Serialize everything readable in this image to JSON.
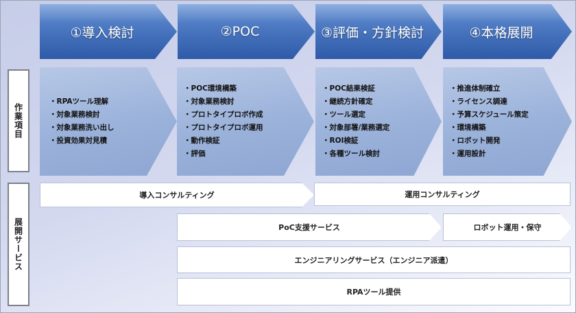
{
  "phases": [
    {
      "title": "①導入検討",
      "items": [
        "・RPAツール理解",
        "・対象業務検討",
        "・対象業務洗い出し",
        "・投資効果対見積"
      ]
    },
    {
      "title": "②POC",
      "items": [
        "・POC環境構築",
        "・対象業務検討",
        "・プロトタイプロボ作成",
        "・プロトタイプロボ運用",
        "・動作検証",
        "・評価"
      ]
    },
    {
      "title": "③評価・方針検討",
      "items": [
        "・POC結果検証",
        "・継続方針確定",
        "・ツール選定",
        "・対象部署/業務選定",
        "・ROI検証",
        "・各種ツール検討"
      ]
    },
    {
      "title": "④本格展開",
      "items": [
        "・推進体制確立",
        "・ライセンス調達",
        "・予算スケジュール策定",
        "・環境構築",
        "・ロボット開発",
        "・運用設計"
      ]
    }
  ],
  "labels": {
    "work": "作業項目",
    "services": "展開サービス"
  },
  "services": {
    "intro_consulting": "導入コンサルティング",
    "ops_consulting": "運用コンサルティング",
    "poc_support": "PoC支援サービス",
    "robot_ops": "ロボット運用・保守",
    "engineering": "エンジニアリングサービス（エンジニア派遣）",
    "rpa_tool": "RPAツール提供"
  }
}
